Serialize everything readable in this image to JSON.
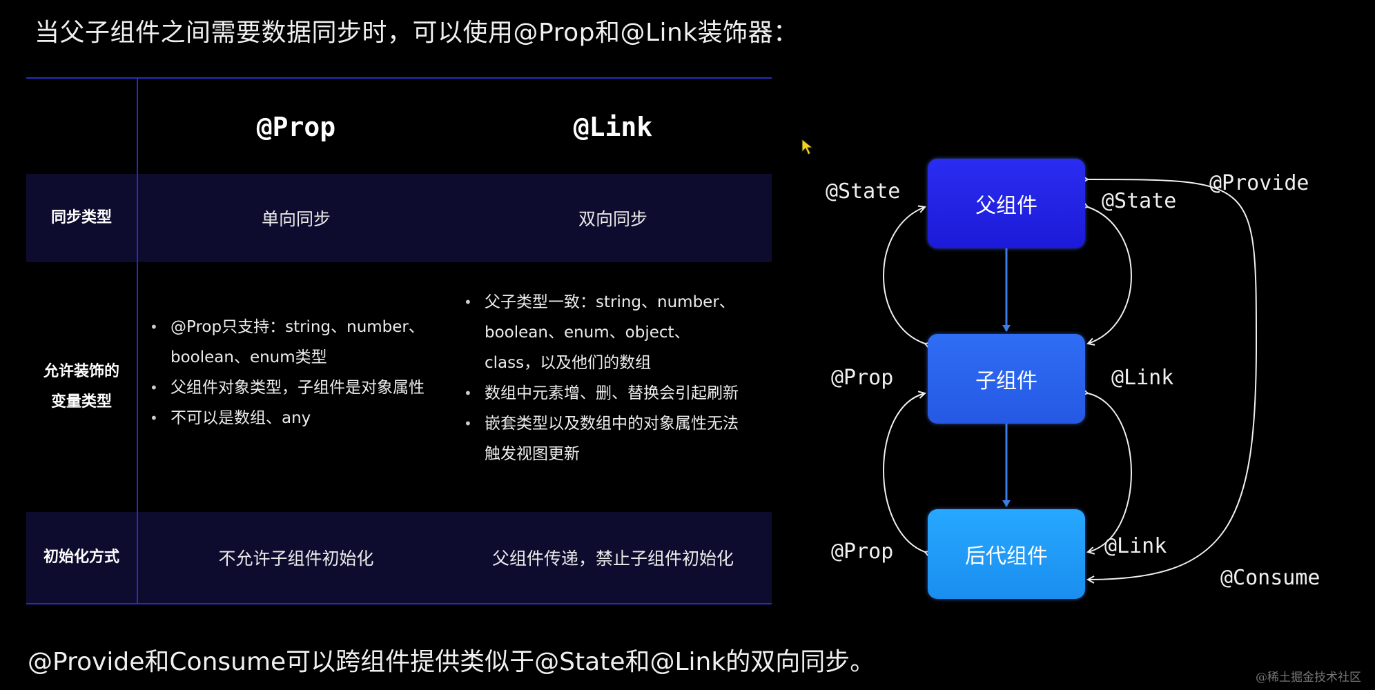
{
  "title": "当父子组件之间需要数据同步时，可以使用@Prop和@Link装饰器：",
  "table": {
    "columns": [
      "@Prop",
      "@Link"
    ],
    "rows": {
      "sync": {
        "label": "同步类型",
        "prop": "单向同步",
        "link": "双向同步"
      },
      "vars": {
        "label_line1": "允许装饰的",
        "label_line2": "变量类型",
        "prop": [
          "@Prop只支持：string、number、",
          "boolean、enum类型",
          "父组件对象类型，子组件是对象属性",
          "不可以是数组、any"
        ],
        "link": [
          "父子类型一致：string、number、",
          "boolean、enum、object、",
          "class，以及他们的数组",
          "数组中元素增、删、替换会引起刷新",
          "嵌套类型以及数组中的对象属性无法",
          "触发视图更新"
        ]
      },
      "init": {
        "label": "初始化方式",
        "prop": "不允许子组件初始化",
        "link": "父组件传递，禁止子组件初始化"
      }
    }
  },
  "diagram": {
    "nodes": {
      "parent": "父组件",
      "child": "子组件",
      "descendant": "后代组件"
    },
    "labels": {
      "left_top": "@State",
      "right_top": "@State",
      "left_mid": "@Prop",
      "right_mid": "@Link",
      "left_bottom": "@Prop",
      "right_bottom": "@Link",
      "provide": "@Provide",
      "consume": "@Consume"
    },
    "colors": {
      "parent": "#2a2df0",
      "child": "#2f6df5",
      "descendant": "#27a8ff",
      "connector": "#3d7de8"
    }
  },
  "footer": "@Provide和Consume可以跨组件提供类似于@State和@Link的双向同步。",
  "watermark": "@稀土掘金技术社区"
}
